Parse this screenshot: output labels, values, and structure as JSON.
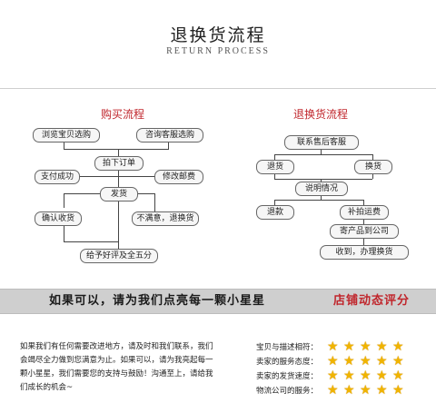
{
  "header": {
    "title_cn": "退换货流程",
    "title_en": "RETURN PROCESS"
  },
  "buy_flow": {
    "title": "购买流程",
    "browse": "浏览宝贝选购",
    "consult": "咨询客服选购",
    "order": "拍下订单",
    "pay": "支付成功",
    "modify": "修改邮费",
    "ship": "发货",
    "confirm": "确认收货",
    "unsatisfied": "不满意，退换货",
    "review": "给予好评及全五分"
  },
  "return_flow": {
    "title": "退换货流程",
    "contact": "联系售后客服",
    "refund": "退货",
    "exchange": "换货",
    "explain": "说明情况",
    "refund_money": "退款",
    "extra_shipping": "补拍运费",
    "received": "寄产品到公司",
    "done": "收到，办理换货"
  },
  "banner": {
    "left": "如果可以，请为我们点亮每一颗小星星",
    "right": "店铺动态评分"
  },
  "message": "如果我们有任何需要改进地方，请及时和我们联系，我们会竭尽全力做到您满意为止。如果可以，请为我亮起每一颗小星星，我们需要您的支持与鼓励！沟通至上，请给我们成长的机会~",
  "ratings": [
    {
      "label": "宝贝与描述相符：",
      "stars": 5
    },
    {
      "label": "卖家的服务态度：",
      "stars": 5
    },
    {
      "label": "卖家的发货速度：",
      "stars": 5
    },
    {
      "label": "物流公司的服务：",
      "stars": 5
    }
  ],
  "colors": {
    "accent": "#c0262c",
    "star": "#f0b400"
  }
}
